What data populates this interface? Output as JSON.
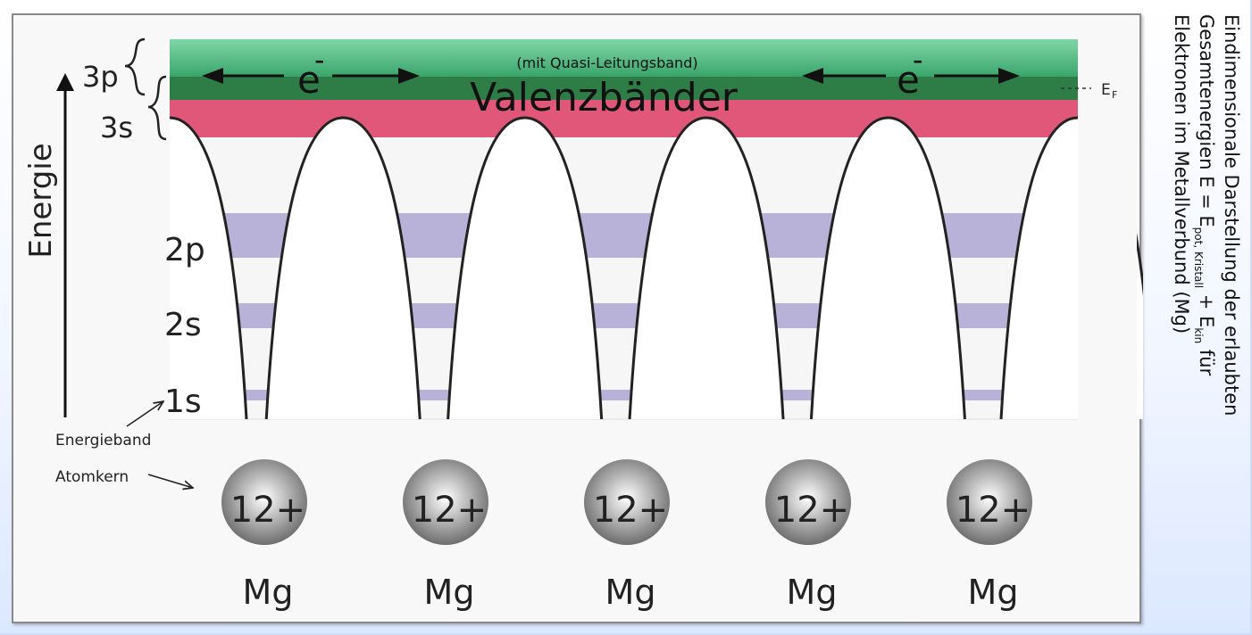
{
  "diagram": {
    "axis_label": "Energie",
    "levels": {
      "l3p": "3p",
      "l3s": "3s",
      "l2p": "2p",
      "l2s": "2s",
      "l1s": "1s"
    },
    "valence_title": "Valenzbänder",
    "valence_subtitle": "(mit Quasi-Leitungsband)",
    "electron_label": "e",
    "electron_sup": "-",
    "fermi": {
      "main": "E",
      "sub": "F"
    },
    "energieband_label": "Energieband",
    "atomkern_label": "Atomkern",
    "nucleus_charge": "12+",
    "element": "Mg",
    "atom_count": 5,
    "colors": {
      "conduction_band": "#5cc08f",
      "valence_band": "#2e7d46",
      "band_3s": "#e0577a",
      "band_core": "#b8b1d8",
      "well_line": "#222222"
    }
  },
  "caption": {
    "line1": "Eindimensionale Darstellung der erlaubten",
    "line2_a": "Gesamtenergien  E = E",
    "line2_sub1": "pot, Kristall",
    "line2_b": " + E",
    "line2_sub2": "kin",
    "line2_c": " für",
    "line3": "Elektronen im Metallverbund (Mg)"
  }
}
